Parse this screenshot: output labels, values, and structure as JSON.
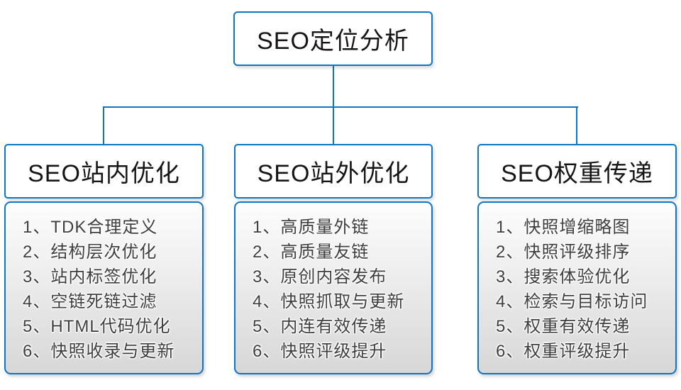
{
  "root": {
    "label": "SEO定位分析"
  },
  "columns": [
    {
      "header": "SEO站内优化",
      "items": [
        "1、TDK合理定义",
        "2、结构层次优化",
        "3、站内标签优化",
        "4、空链死链过滤",
        "5、HTML代码优化",
        "6、快照收录与更新"
      ]
    },
    {
      "header": "SEO站外优化",
      "items": [
        "1、高质量外链",
        "2、高质量友链",
        "3、原创内容发布",
        "4、快照抓取与更新",
        "5、内连有效传递",
        "6、快照评级提升"
      ]
    },
    {
      "header": "SEO权重传递",
      "items": [
        "1、快照增缩略图",
        "2、快照评级排序",
        "3、搜索体验优化",
        "4、检索与目标访问",
        "5、权重有效传递",
        "6、权重评级提升"
      ]
    }
  ],
  "colors": {
    "accent_blue": "#0e74c4",
    "list_gradient_top": "#fdfdfd",
    "list_gradient_bottom": "#d7d7d7",
    "heading_text": "#161616",
    "list_text": "#3e3e3e"
  }
}
